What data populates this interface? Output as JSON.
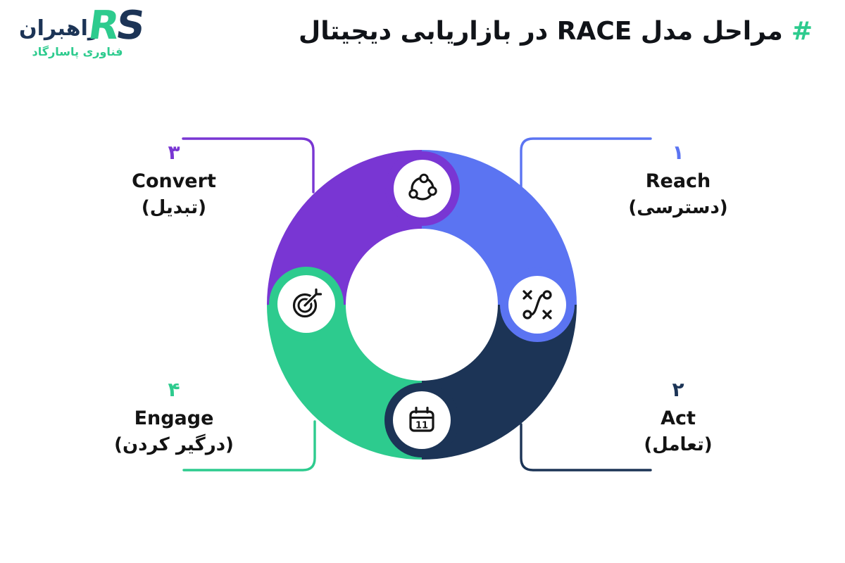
{
  "title": {
    "hash": "#",
    "text": "مراحل مدل RACE در بازاریابی دیجیتال"
  },
  "brand": {
    "wordmark": "راهبران",
    "subtitle": "فناوری پاسارگاد",
    "monogram": {
      "r": "R",
      "s": "S"
    }
  },
  "colors": {
    "blue": "#5B74F2",
    "navy": "#1C3456",
    "green": "#2DCB8E",
    "purple": "#7936D3",
    "ink": "#131313",
    "background": "#FFFFFF"
  },
  "diagram": {
    "type": "circular-cycle",
    "model": "RACE",
    "stages": [
      {
        "order": 1,
        "number_fa": "۱",
        "name": "Reach",
        "name_fa": "(دسترسی)",
        "color": "#5B74F2",
        "icon": "strategy-icon",
        "label_position": "top-right",
        "node_position": "right"
      },
      {
        "order": 2,
        "number_fa": "۲",
        "name": "Act",
        "name_fa": "(تعامل)",
        "color": "#1C3456",
        "icon": "calendar-icon",
        "calendar_day": "11",
        "label_position": "bottom-right",
        "node_position": "bottom"
      },
      {
        "order": 3,
        "number_fa": "۳",
        "name": "Convert",
        "name_fa": "(تبدیل)",
        "color": "#7936D3",
        "icon": "share-network-icon",
        "label_position": "top-left",
        "node_position": "top"
      },
      {
        "order": 4,
        "number_fa": "۴",
        "name": "Engage",
        "name_fa": "(درگیر کردن)",
        "color": "#2DCB8E",
        "icon": "target-icon",
        "label_position": "bottom-left",
        "node_position": "left"
      }
    ]
  }
}
